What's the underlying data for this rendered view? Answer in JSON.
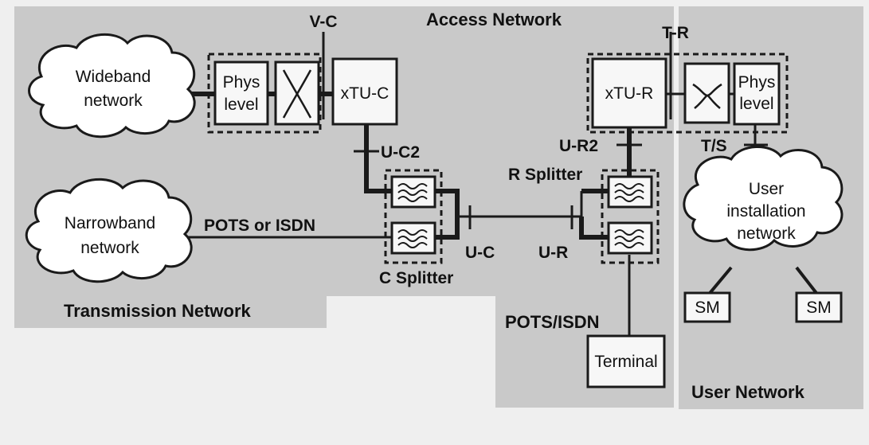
{
  "regions": {
    "transmission": "Transmission Network",
    "access": "Access Network",
    "user": "User Network",
    "pots_isdn_region": "POTS/ISDN"
  },
  "clouds": {
    "wideband": [
      "Wideband",
      "network"
    ],
    "narrowband": [
      "Narrowband",
      "network"
    ],
    "user_installation": [
      "User",
      "installation",
      "network"
    ]
  },
  "boxes": {
    "phys_left": [
      "Phys",
      "level"
    ],
    "xtu_c": "xTU-C",
    "xtu_r": "xTU-R",
    "phys_right": [
      "Phys",
      "level"
    ],
    "terminal": "Terminal",
    "sm_left": "SM",
    "sm_right": "SM"
  },
  "interfaces": {
    "v_c": "V-C",
    "t_r": "T-R",
    "u_c2": "U-C2",
    "u_r2": "U-R2",
    "t_s": "T/S",
    "u_c": "U-C",
    "u_r": "U-R",
    "pots_or_isdn": "POTS or ISDN"
  },
  "splitters": {
    "c_splitter": "C Splitter",
    "r_splitter": "R Splitter"
  },
  "colors": {
    "background": "#efefef",
    "region_fill": "#c9c9c9",
    "line": "#1a1a1a",
    "box_fill": "#f7f7f7"
  }
}
